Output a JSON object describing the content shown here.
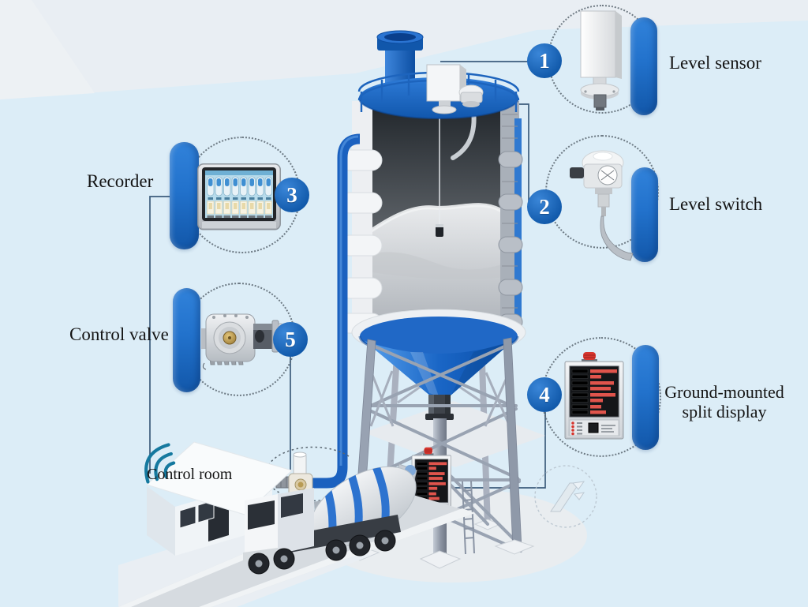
{
  "colors": {
    "background": "#dcedf7",
    "accent_blue": "#2272cc",
    "badge_blue_dark": "#0f57a8",
    "badge_blue_light": "#3a86d8",
    "connector": "#3d5c7c",
    "dotted_circle": "#5a6670",
    "text": "#141414",
    "alarm_red": "#d6352e",
    "led_red": "#e0544c",
    "wifi_teal": "#15799f",
    "silo_blue": "#2273d3"
  },
  "callouts": {
    "level_sensor": {
      "number": "1",
      "label": "Level sensor"
    },
    "level_switch": {
      "number": "2",
      "label": "Level switch"
    },
    "recorder": {
      "number": "3",
      "label": "Recorder"
    },
    "ground_display": {
      "number": "4",
      "label_line1": "Ground-mounted",
      "label_line2": "split display"
    },
    "control_valve": {
      "number": "5",
      "label": "Control valve"
    }
  },
  "scene": {
    "control_room_label": "Control room"
  }
}
